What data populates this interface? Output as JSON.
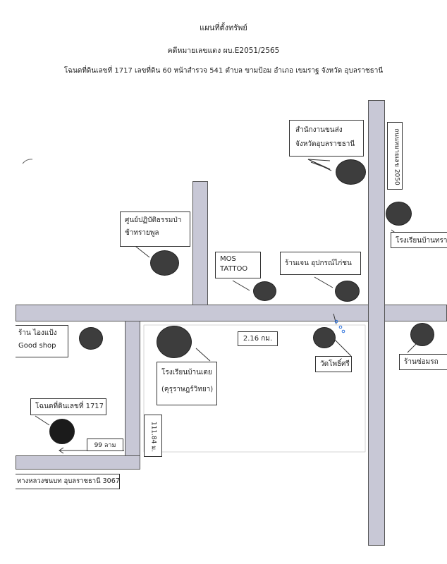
{
  "header": {
    "title": "แผนที่ตั้งทรัพย์",
    "case": "คดีหมายเลขแดง ผบ.E2051/2565",
    "deed": "โฉนดที่ดินเลขที่ 1717 เลขที่ดิน 60 หน้าสำรวจ 541  ตำบล ขามป้อม อำเภอ เขมราฐ จังหวัด อุบลราชธานี"
  },
  "places": {
    "transport": [
      "สำนักงานขนส่ง",
      "จังหวัดอุบลราชธานี"
    ],
    "right_road": "ถนนหมายเลข 2050",
    "school_right": "โรงเรียนบ้านทราย",
    "center": [
      "ศูนย์ปฏิบัติธรรมป่า",
      "ช้าทรายพูล"
    ],
    "tattoo": [
      "MOS",
      "TATTOO"
    ],
    "shop": "ร้านเจน อุปกรณ์ไก่ชน",
    "goodshop": [
      "ร้าน ไองแป้ง",
      "Good shop"
    ],
    "distance_km": "2.16 กม.",
    "temple": "วัดโพธิ์ศรี",
    "repair": "ร้านซ่อมรถ",
    "school": [
      "โรงเรียนบ้านเตย",
      "(คุรุราษฎร์วิทยา)"
    ],
    "deed_label": "โฉนดที่ดินเลขที่ 1717",
    "dist_horizontal": "99 ลาม",
    "dist_vertical": "111.84 ม.",
    "bottom_road": "ทางหลวงชนบท อุบลราชธานี 3067"
  },
  "colors": {
    "road": "#c8c8d6",
    "poi": "#3d3d3d"
  }
}
